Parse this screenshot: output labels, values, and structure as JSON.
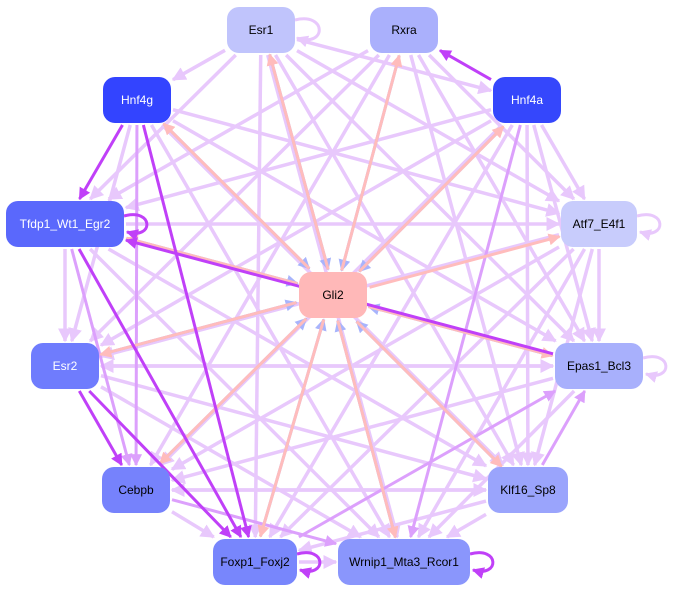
{
  "colors": {
    "light": "#e8c8fc",
    "medium": "#dca0fc",
    "dark": "#c040f8",
    "pink": "#ffbcbc",
    "blue": "#a8b4fc"
  },
  "nodes": [
    {
      "id": "Esr1",
      "label": "Esr1",
      "fill": "#c0c4fc",
      "text": "#000000"
    },
    {
      "id": "Rxra",
      "label": "Rxra",
      "fill": "#aab0fc",
      "text": "#000000"
    },
    {
      "id": "Hnf4g",
      "label": "Hnf4g",
      "fill": "#3344ff",
      "text": "#ffffff"
    },
    {
      "id": "Hnf4a",
      "label": "Hnf4a",
      "fill": "#3547fc",
      "text": "#ffffff"
    },
    {
      "id": "Tfdp1_Wt1_Egr2",
      "label": "Tfdp1_Wt1_Egr2",
      "fill": "#5a68fc",
      "text": "#ffffff"
    },
    {
      "id": "Atf7_E4f1",
      "label": "Atf7_E4f1",
      "fill": "#c8ccfc",
      "text": "#000000"
    },
    {
      "id": "Gli2",
      "label": "Gli2",
      "fill": "#ffb8b8",
      "text": "#000000"
    },
    {
      "id": "Esr2",
      "label": "Esr2",
      "fill": "#6f7cfd",
      "text": "#ffffff"
    },
    {
      "id": "Epas1_Bcl3",
      "label": "Epas1_Bcl3",
      "fill": "#a8b0fc",
      "text": "#000000"
    },
    {
      "id": "Cebpb",
      "label": "Cebpb",
      "fill": "#7682fc",
      "text": "#000000"
    },
    {
      "id": "Klf16_Sp8",
      "label": "Klf16_Sp8",
      "fill": "#9aa4fc",
      "text": "#000000"
    },
    {
      "id": "Foxp1_Foxj2",
      "label": "Foxp1_Foxj2",
      "fill": "#7886fc",
      "text": "#000000"
    },
    {
      "id": "Wrnip1_Mta3_Rcor1",
      "label": "Wrnip1_Mta3_Rcor1",
      "fill": "#8a96fc",
      "text": "#000000"
    }
  ],
  "edges": [
    {
      "from": "Esr1",
      "to": "Gli2",
      "c": "blue"
    },
    {
      "from": "Gli2",
      "to": "Esr1",
      "c": "pink"
    },
    {
      "from": "Rxra",
      "to": "Gli2",
      "c": "blue"
    },
    {
      "from": "Gli2",
      "to": "Rxra",
      "c": "pink"
    },
    {
      "from": "Hnf4g",
      "to": "Gli2",
      "c": "blue"
    },
    {
      "from": "Gli2",
      "to": "Hnf4g",
      "c": "pink"
    },
    {
      "from": "Hnf4a",
      "to": "Gli2",
      "c": "blue"
    },
    {
      "from": "Gli2",
      "to": "Hnf4a",
      "c": "pink"
    },
    {
      "from": "Tfdp1_Wt1_Egr2",
      "to": "Gli2",
      "c": "blue"
    },
    {
      "from": "Gli2",
      "to": "Tfdp1_Wt1_Egr2",
      "c": "pink"
    },
    {
      "from": "Esr2",
      "to": "Gli2",
      "c": "blue"
    },
    {
      "from": "Gli2",
      "to": "Esr2",
      "c": "pink"
    },
    {
      "from": "Cebpb",
      "to": "Gli2",
      "c": "blue"
    },
    {
      "from": "Gli2",
      "to": "Cebpb",
      "c": "pink"
    },
    {
      "from": "Foxp1_Foxj2",
      "to": "Gli2",
      "c": "blue"
    },
    {
      "from": "Gli2",
      "to": "Foxp1_Foxj2",
      "c": "pink"
    },
    {
      "from": "Wrnip1_Mta3_Rcor1",
      "to": "Gli2",
      "c": "blue"
    },
    {
      "from": "Gli2",
      "to": "Wrnip1_Mta3_Rcor1",
      "c": "pink"
    },
    {
      "from": "Klf16_Sp8",
      "to": "Gli2",
      "c": "blue"
    },
    {
      "from": "Gli2",
      "to": "Klf16_Sp8",
      "c": "pink"
    },
    {
      "from": "Epas1_Bcl3",
      "to": "Gli2",
      "c": "blue"
    },
    {
      "from": "Gli2",
      "to": "Epas1_Bcl3",
      "c": "pink"
    },
    {
      "from": "Gli2",
      "to": "Atf7_E4f1",
      "c": "pink"
    },
    {
      "from": "Hnf4g",
      "to": "Tfdp1_Wt1_Egr2",
      "c": "dark"
    },
    {
      "from": "Hnf4a",
      "to": "Rxra",
      "c": "dark"
    },
    {
      "from": "Epas1_Bcl3",
      "to": "Tfdp1_Wt1_Egr2",
      "c": "dark"
    },
    {
      "from": "Esr2",
      "to": "Cebpb",
      "c": "dark"
    },
    {
      "from": "Tfdp1_Wt1_Egr2",
      "to": "Foxp1_Foxj2",
      "c": "dark"
    },
    {
      "from": "Hnf4g",
      "to": "Foxp1_Foxj2",
      "c": "dark"
    },
    {
      "from": "Esr2",
      "to": "Foxp1_Foxj2",
      "c": "dark"
    },
    {
      "from": "Hnf4a",
      "to": "Wrnip1_Mta3_Rcor1",
      "c": "medium"
    },
    {
      "from": "Hnf4g",
      "to": "Cebpb",
      "c": "medium"
    },
    {
      "from": "Tfdp1_Wt1_Egr2",
      "to": "Cebpb",
      "c": "medium"
    },
    {
      "from": "Cebpb",
      "to": "Wrnip1_Mta3_Rcor1",
      "c": "medium"
    },
    {
      "from": "Klf16_Sp8",
      "to": "Epas1_Bcl3",
      "c": "medium"
    },
    {
      "from": "Foxp1_Foxj2",
      "to": "Epas1_Bcl3",
      "c": "medium"
    },
    {
      "from": "Esr1",
      "to": "Hnf4g",
      "c": "light"
    },
    {
      "from": "Esr1",
      "to": "Tfdp1_Wt1_Egr2",
      "c": "light"
    },
    {
      "from": "Esr1",
      "to": "Atf7_E4f1",
      "c": "light"
    },
    {
      "from": "Esr1",
      "to": "Epas1_Bcl3",
      "c": "light"
    },
    {
      "from": "Esr1",
      "to": "Klf16_Sp8",
      "c": "light"
    },
    {
      "from": "Esr1",
      "to": "Wrnip1_Mta3_Rcor1",
      "c": "light"
    },
    {
      "from": "Esr1",
      "to": "Hnf4a",
      "c": "light"
    },
    {
      "from": "Esr1",
      "to": "Foxp1_Foxj2",
      "c": "light"
    },
    {
      "from": "Rxra",
      "to": "Tfdp1_Wt1_Egr2",
      "c": "light"
    },
    {
      "from": "Rxra",
      "to": "Esr2",
      "c": "light"
    },
    {
      "from": "Rxra",
      "to": "Atf7_E4f1",
      "c": "light"
    },
    {
      "from": "Rxra",
      "to": "Klf16_Sp8",
      "c": "light"
    },
    {
      "from": "Rxra",
      "to": "Cebpb",
      "c": "light"
    },
    {
      "from": "Rxra",
      "to": "Epas1_Bcl3",
      "c": "light"
    },
    {
      "from": "Hnf4g",
      "to": "Atf7_E4f1",
      "c": "light"
    },
    {
      "from": "Hnf4g",
      "to": "Epas1_Bcl3",
      "c": "light"
    },
    {
      "from": "Hnf4g",
      "to": "Klf16_Sp8",
      "c": "light"
    },
    {
      "from": "Hnf4g",
      "to": "Wrnip1_Mta3_Rcor1",
      "c": "light"
    },
    {
      "from": "Hnf4g",
      "to": "Esr2",
      "c": "light"
    },
    {
      "from": "Hnf4a",
      "to": "Tfdp1_Wt1_Egr2",
      "c": "light"
    },
    {
      "from": "Hnf4a",
      "to": "Esr2",
      "c": "light"
    },
    {
      "from": "Hnf4a",
      "to": "Atf7_E4f1",
      "c": "light"
    },
    {
      "from": "Hnf4a",
      "to": "Epas1_Bcl3",
      "c": "light"
    },
    {
      "from": "Hnf4a",
      "to": "Klf16_Sp8",
      "c": "light"
    },
    {
      "from": "Hnf4a",
      "to": "Cebpb",
      "c": "light"
    },
    {
      "from": "Hnf4a",
      "to": "Foxp1_Foxj2",
      "c": "light"
    },
    {
      "from": "Tfdp1_Wt1_Egr2",
      "to": "Atf7_E4f1",
      "c": "light"
    },
    {
      "from": "Tfdp1_Wt1_Egr2",
      "to": "Esr2",
      "c": "light"
    },
    {
      "from": "Tfdp1_Wt1_Egr2",
      "to": "Klf16_Sp8",
      "c": "light"
    },
    {
      "from": "Tfdp1_Wt1_Egr2",
      "to": "Wrnip1_Mta3_Rcor1",
      "c": "light"
    },
    {
      "from": "Atf7_E4f1",
      "to": "Esr2",
      "c": "light"
    },
    {
      "from": "Atf7_E4f1",
      "to": "Cebpb",
      "c": "light"
    },
    {
      "from": "Atf7_E4f1",
      "to": "Foxp1_Foxj2",
      "c": "light"
    },
    {
      "from": "Atf7_E4f1",
      "to": "Wrnip1_Mta3_Rcor1",
      "c": "light"
    },
    {
      "from": "Atf7_E4f1",
      "to": "Epas1_Bcl3",
      "c": "light"
    },
    {
      "from": "Atf7_E4f1",
      "to": "Klf16_Sp8",
      "c": "light"
    },
    {
      "from": "Esr2",
      "to": "Epas1_Bcl3",
      "c": "light"
    },
    {
      "from": "Esr2",
      "to": "Klf16_Sp8",
      "c": "light"
    },
    {
      "from": "Esr2",
      "to": "Wrnip1_Mta3_Rcor1",
      "c": "light"
    },
    {
      "from": "Epas1_Bcl3",
      "to": "Cebpb",
      "c": "light"
    },
    {
      "from": "Epas1_Bcl3",
      "to": "Wrnip1_Mta3_Rcor1",
      "c": "light"
    },
    {
      "from": "Cebpb",
      "to": "Klf16_Sp8",
      "c": "light"
    },
    {
      "from": "Cebpb",
      "to": "Foxp1_Foxj2",
      "c": "light"
    },
    {
      "from": "Klf16_Sp8",
      "to": "Foxp1_Foxj2",
      "c": "light"
    },
    {
      "from": "Klf16_Sp8",
      "to": "Wrnip1_Mta3_Rcor1",
      "c": "light"
    },
    {
      "from": "Foxp1_Foxj2",
      "to": "Wrnip1_Mta3_Rcor1",
      "c": "light"
    },
    {
      "from": "Klf16_Sp8",
      "to": "Cebpb",
      "c": "light"
    },
    {
      "from": "Epas1_Bcl3",
      "to": "Esr2",
      "c": "light"
    }
  ],
  "self_loops": [
    {
      "node": "Esr1",
      "c": "light"
    },
    {
      "node": "Tfdp1_Wt1_Egr2",
      "c": "dark"
    },
    {
      "node": "Atf7_E4f1",
      "c": "light"
    },
    {
      "node": "Epas1_Bcl3",
      "c": "light"
    },
    {
      "node": "Foxp1_Foxj2",
      "c": "dark"
    },
    {
      "node": "Wrnip1_Mta3_Rcor1",
      "c": "dark"
    }
  ]
}
